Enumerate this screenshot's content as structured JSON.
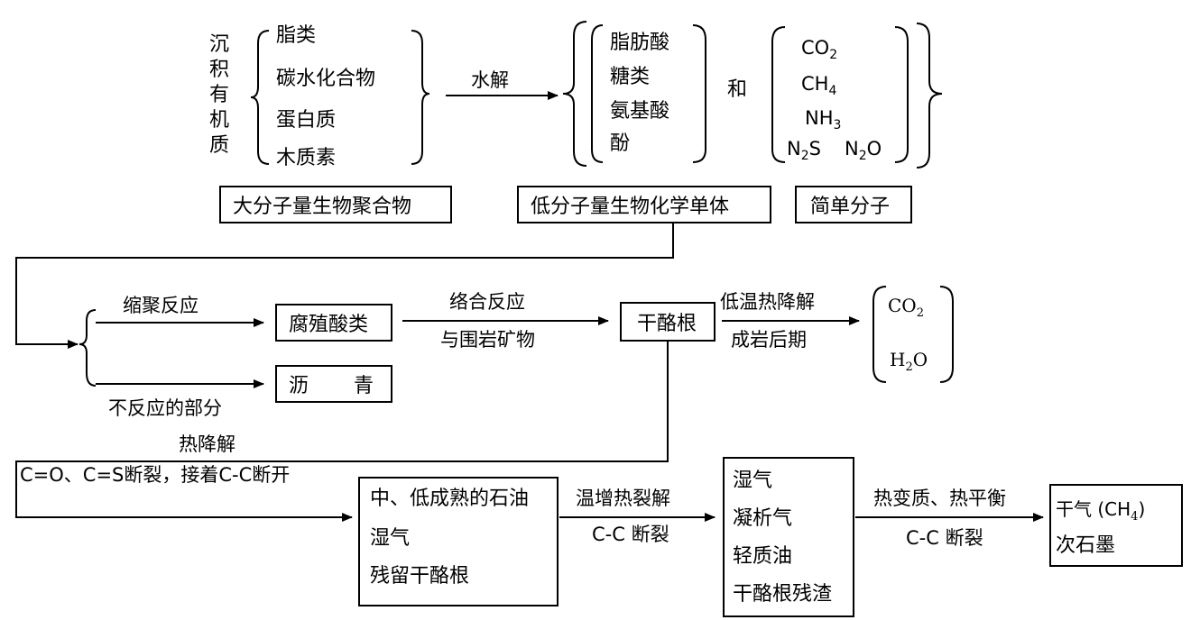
{
  "groups": {
    "sediment_label": [
      "沉",
      "积",
      "有",
      "机",
      "质"
    ],
    "organics": [
      "脂类",
      "碳水化合物",
      "蛋白质",
      "木质素"
    ],
    "monomers": [
      "脂肪酸",
      "糖类",
      "氨基酸",
      "酚"
    ],
    "and": "和",
    "simple_molecules": {
      "co2": "CO",
      "co2_sub": "2",
      "ch4": "CH",
      "ch4_sub": "4",
      "nh3": "NH",
      "nh3_sub": "3",
      "n2s_a": "N",
      "n2s_sub": "2",
      "n2s_b": "S",
      "n2o_a": "N",
      "n2o_sub": "2",
      "n2o_b": "O"
    }
  },
  "labels": {
    "hydrolysis": "水解",
    "macro_box": "大分子量生物聚合物",
    "monomer_box": "低分子量生物化学单体",
    "simple_box": "简单分子",
    "condensation": "缩聚反应",
    "humic_box": "腐殖酸类",
    "complexation_top": "络合反应",
    "complexation_bottom": "与围岩矿物",
    "kerogen_box": "干酪根",
    "low_temp_top": "低温热降解",
    "low_temp_bottom": "成岩后期",
    "co2_a": "CO",
    "co2_sub": "2",
    "h2o_a": "H",
    "h2o_sub": "2",
    "h2o_b": "O",
    "unreacted": "不反应的部分",
    "asphalt_box_a": "沥",
    "asphalt_box_b": "青",
    "thermal_degradation": "热降解",
    "bond_break": "C=O、C=S断裂，接着C-C断开",
    "stage1": [
      "中、低成熟的石油",
      "湿气",
      "残留干酪根"
    ],
    "cracking_top": "温增热裂解",
    "cracking_bottom": "C-C 断裂",
    "stage2": [
      "湿气",
      "凝析气",
      "轻质油",
      "干酪根残渣"
    ],
    "metamorph_top": "热变质、热平衡",
    "metamorph_bottom": "C-C 断裂",
    "final_a": "干气 (CH",
    "final_sub": "4",
    "final_b": ")",
    "final_c": "次石墨"
  }
}
